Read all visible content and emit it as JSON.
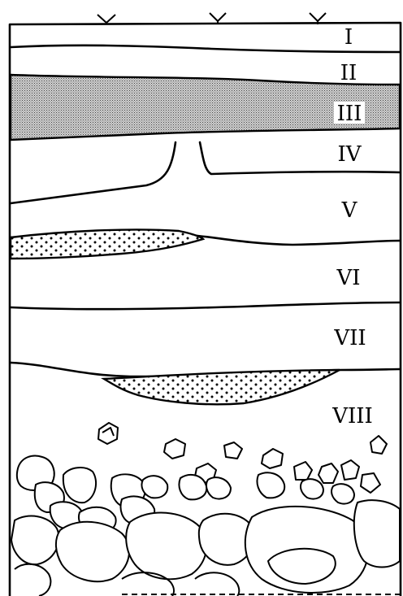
{
  "figure": {
    "layers": [
      {
        "id": "I",
        "label": "I"
      },
      {
        "id": "II",
        "label": "II"
      },
      {
        "id": "III",
        "label": "III"
      },
      {
        "id": "IV",
        "label": "IV"
      },
      {
        "id": "V",
        "label": "V"
      },
      {
        "id": "VI",
        "label": "VI"
      },
      {
        "id": "VII",
        "label": "VII"
      },
      {
        "id": "VIII",
        "label": "VIII"
      }
    ],
    "colors": {
      "ink": "#000000",
      "paper": "#ffffff",
      "stipple_fill": "#bdbdbd"
    }
  }
}
